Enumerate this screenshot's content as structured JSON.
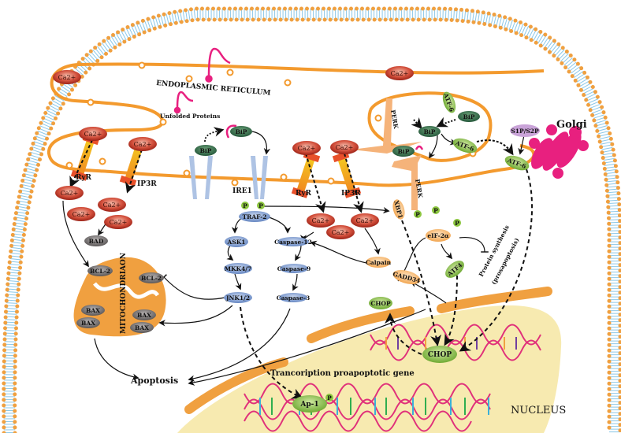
{
  "labels": {
    "er": "ENDOPLASMIC RETICULUM",
    "unfolded": "Unfolded Proteins",
    "ca": "Ca2+",
    "bip": "BiP",
    "ire1": "IRE1",
    "ryr": "RyR",
    "ip3r": "IP3R",
    "p": "P",
    "traf2": "TRAF-2",
    "ask1": "ASK1",
    "mkk": "MKK4/7",
    "jnk": "JNK1/2",
    "casp12": "Caspase-12",
    "casp9": "Caspase-9",
    "casp3": "Caspase-3",
    "calpain": "Calpain",
    "gadd34": "GADD34",
    "eif": "eIF-2α",
    "atf4": "ATF4",
    "protein_synthesis": "Protein synthesis",
    "prosapoptosis": "(prosapoptosis)",
    "xbp1": "XBP1",
    "perk": "PERK",
    "atf6": "ATF-6",
    "s1p": "S1P/S2P",
    "golgi": "Golgi",
    "bad": "BAD",
    "bcl2": "BCL-2",
    "bax": "BAX",
    "mito": "MITOCHONDRIAON",
    "apoptosis": "Apoptosis",
    "chop": "CHOP",
    "transcription": "Trancoription proapoptotic gene",
    "ap1": "Ap-1",
    "nucleus": "NUCLEUS"
  },
  "colors": {
    "membrane": "#f0a040",
    "lipid_tail": "#8cc8e8",
    "er": "#f39a2e",
    "calcium": "#c0392b",
    "bip": "#2f6b40",
    "atf": "#8cc63f",
    "kinase": "#7d9bd0",
    "bcl_family": "#6e6a6a",
    "perk": "#f5b37a",
    "golgi": "#e8207f",
    "nucleus": "#f7eab0"
  }
}
